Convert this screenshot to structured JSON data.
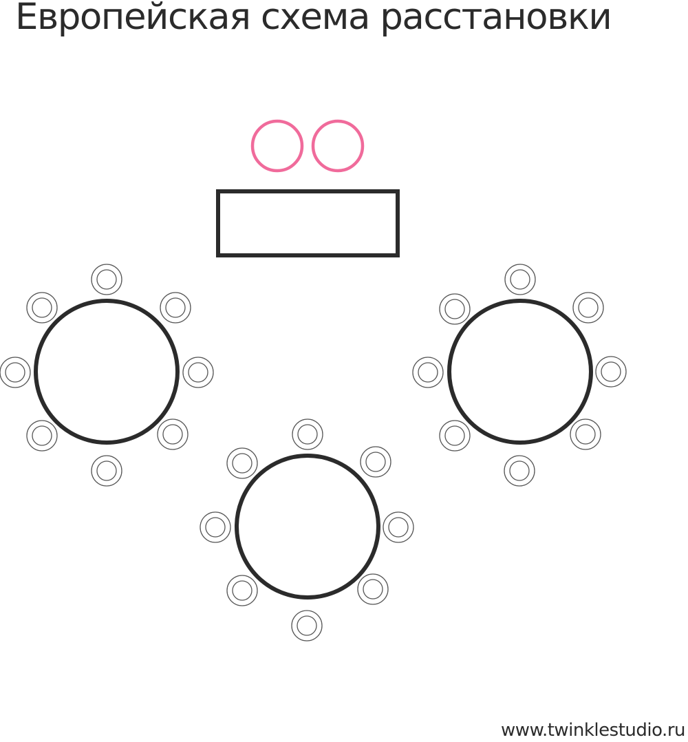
{
  "title": "Европейская схема расстановки",
  "website": "www.twinklestudio.ru",
  "colors": {
    "table_stroke": "#2b2b2b",
    "chair_stroke": "#555555",
    "couple_stroke": "#f06b9b",
    "text": "#2b2b2b"
  },
  "layout_type": "european",
  "couple_seats": 2,
  "head_table": 1,
  "round_tables": [
    {
      "id": "left",
      "guests": 8
    },
    {
      "id": "right",
      "guests": 8
    },
    {
      "id": "center",
      "guests": 8
    }
  ]
}
